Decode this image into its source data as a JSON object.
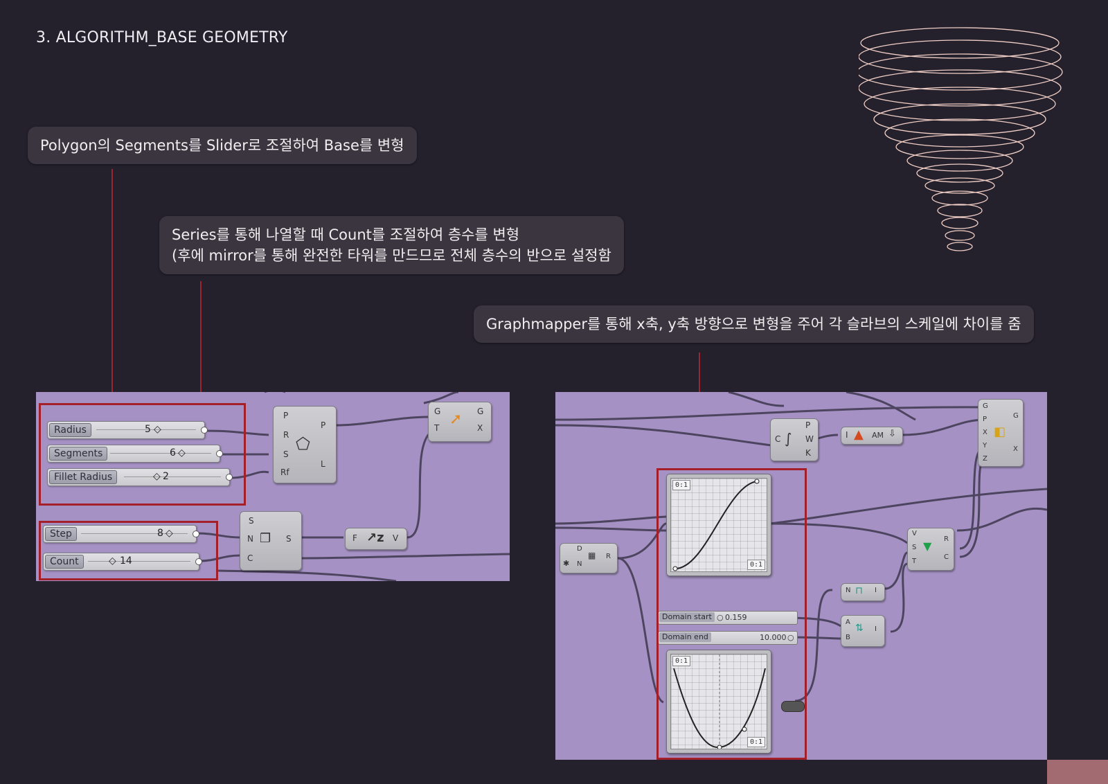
{
  "page": {
    "title": "3. ALGORITHM_BASE GEOMETRY"
  },
  "notes": {
    "note1": "Polygon의 Segments를 Slider로 조절하여 Base를 변형",
    "note2_line1": "Series를 통해 나열할 때 Count를 조절하여 층수를 변형",
    "note2_line2": "(후에 mirror를 통해 완전한 타워를 만드므로 전체 층수의 반으로 설정함",
    "note3": "Graphmapper를 통해 x축, y축 방향으로 변형을 주어 각 슬라브의 스케일에 차이를 줌"
  },
  "left_panel": {
    "sliders": {
      "radius": {
        "label": "Radius",
        "value": "5"
      },
      "segments": {
        "label": "Segments",
        "value": "6"
      },
      "fillet": {
        "label": "Fillet Radius",
        "value": "2"
      },
      "step": {
        "label": "Step",
        "value": "8"
      },
      "count": {
        "label": "Count",
        "value": "14"
      }
    },
    "polygon_node": {
      "in_p": "P",
      "in_r": "R",
      "in_s": "S",
      "in_rf": "Rf",
      "out_p": "P",
      "out_l": "L"
    },
    "move_node": {
      "in_g": "G",
      "in_t": "T",
      "out_g": "G",
      "out_x": "X"
    },
    "series_node": {
      "in_s": "S",
      "in_n": "N",
      "in_c": "C",
      "out_s": "S"
    },
    "vector_node": {
      "in_f": "F",
      "out_v": "V"
    }
  },
  "right_panel": {
    "curve_node": {
      "in_c": "C",
      "out_p": "P",
      "out_w": "W",
      "out_k": "K"
    },
    "amp_node": {
      "in_i": "I",
      "label": "AM"
    },
    "scale_node": {
      "in_g": "G",
      "in_p": "P",
      "in_x": "X",
      "in_y": "Y",
      "in_z": "Z",
      "out_g": "G",
      "out_x": "X"
    },
    "divide_node": {
      "in_d": "D",
      "in_n": "N",
      "out_r": "R"
    },
    "graph_top_tag": "0:1",
    "graph_top_tag2": "0:1",
    "graph_bottom_tag": "0:1",
    "graph_bottom_tag2": "0:1",
    "domain_start": {
      "label": "Domain start",
      "value": "0.159"
    },
    "domain_end": {
      "label": "Domain end",
      "value": "10.000"
    },
    "bounds_node": {
      "in_n": "N",
      "out_i": "I"
    },
    "construct_node": {
      "in_a": "A",
      "in_b": "B",
      "out_i": "I"
    },
    "remap_node": {
      "in_v": "V",
      "in_s": "S",
      "in_t": "T",
      "out_r": "R",
      "out_c": "C"
    }
  },
  "colors": {
    "background": "#24212d",
    "canvas": "#a591c3",
    "highlight": "#a3202b",
    "accent_block": "#a26a71"
  }
}
